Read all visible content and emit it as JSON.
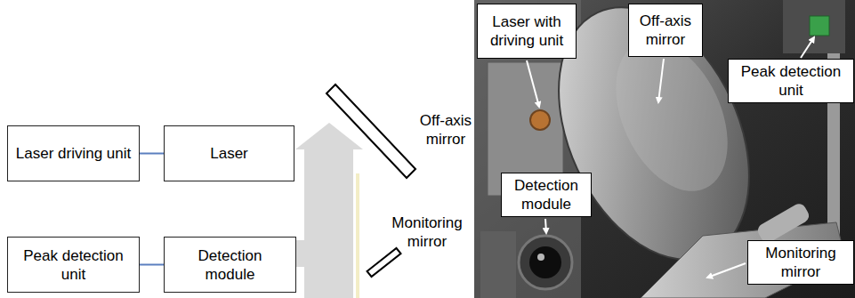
{
  "diagram": {
    "nodes": [
      {
        "text": [
          "Laser driving unit"
        ]
      },
      {
        "text": [
          "Laser"
        ]
      },
      {
        "text": [
          "Peak detection unit"
        ]
      },
      {
        "text": [
          "Detection module"
        ]
      },
      {
        "text": [
          "Laser with driving unit"
        ]
      },
      {
        "text": [
          "Off-axis mirror"
        ]
      },
      {
        "text": [
          "Peak detection unit"
        ]
      },
      {
        "text": [
          "Detection module"
        ]
      },
      {
        "text": [
          "Monitoring mirror"
        ]
      }
    ],
    "edges": [
      {
        "from": 0,
        "to": 1,
        "arrow": "none"
      },
      {
        "from": 2,
        "to": 3,
        "arrow": "none"
      }
    ],
    "labels": [
      "Off-axis mirror",
      "Monitoring mirror"
    ]
  }
}
